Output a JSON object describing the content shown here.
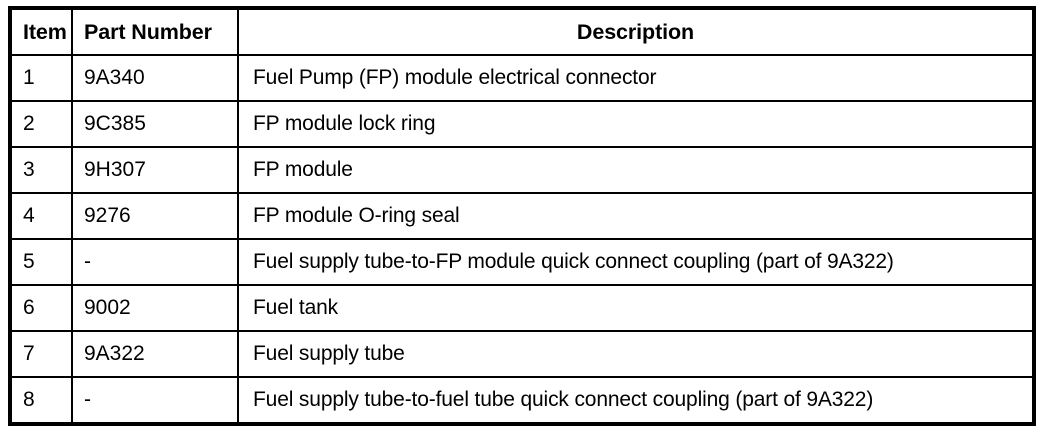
{
  "table": {
    "columns": [
      {
        "key": "item",
        "label": "Item",
        "align": "left"
      },
      {
        "key": "part_number",
        "label": "Part Number",
        "align": "left"
      },
      {
        "key": "description",
        "label": "Description",
        "align": "center"
      }
    ],
    "rows": [
      {
        "item": "1",
        "part_number": "9A340",
        "description": "Fuel Pump (FP) module electrical connector"
      },
      {
        "item": "2",
        "part_number": "9C385",
        "description": "FP module lock ring"
      },
      {
        "item": "3",
        "part_number": "9H307",
        "description": "FP module"
      },
      {
        "item": "4",
        "part_number": "9276",
        "description": "FP module O-ring seal"
      },
      {
        "item": "5",
        "part_number": "-",
        "description": "Fuel supply tube-to-FP module quick connect coupling (part of 9A322)"
      },
      {
        "item": "6",
        "part_number": "9002",
        "description": "Fuel tank"
      },
      {
        "item": "7",
        "part_number": "9A322",
        "description": "Fuel supply tube"
      },
      {
        "item": "8",
        "part_number": "-",
        "description": "Fuel supply tube-to-fuel tube quick connect coupling (part of 9A322)"
      }
    ]
  },
  "colors": {
    "border": "#000000",
    "text": "#000000",
    "background": "#ffffff"
  }
}
